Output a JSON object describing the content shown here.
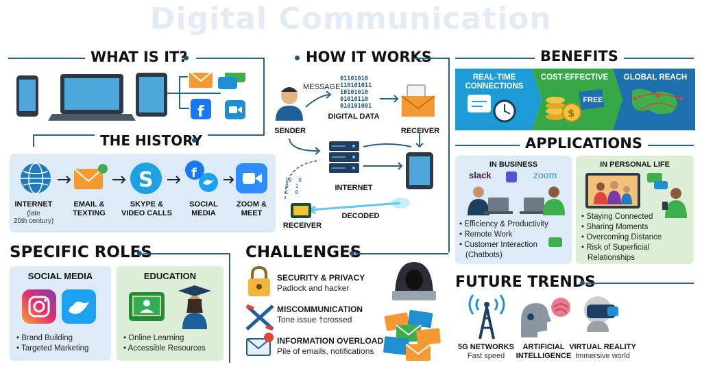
{
  "title": "Digital Communication",
  "sections": {
    "what_is_it": "WHAT IS IT?",
    "history": "THE HISTORY",
    "how_it_works": "HOW IT WORKS",
    "benefits": "BENEFITS",
    "applications": "APPLICATIONS",
    "specific_roles": "SPECIFIC ROLES",
    "challenges": "CHALLENGES",
    "future_trends": "FUTURE TRENDS"
  },
  "history": [
    {
      "label": "INTERNET",
      "sub": "(late\n20th century)"
    },
    {
      "label": "EMAIL &\nTEXTING",
      "sub": ""
    },
    {
      "label": "SKYPE &\nVIDEO CALLS",
      "sub": ""
    },
    {
      "label": "SOCIAL\nMEDIA",
      "sub": ""
    },
    {
      "label": "ZOOM &\nMEET",
      "sub": ""
    }
  ],
  "how": {
    "message": "MESSAGE",
    "binary": "01101010\n110101011\n10101010\n01010110\n010101001",
    "digital_data": "DIGITAL DATA",
    "sender": "SENDER",
    "receiver_top": "RECEIVER",
    "internet": "INTERNET",
    "decoded": "DECODED",
    "receiver_bottom": "RECEIVER",
    "bits": "10  0\n0  1\n1  0"
  },
  "benefits": [
    {
      "label": "REAL-TIME\nCONNECTIONS",
      "color": "#1c9bd6"
    },
    {
      "label": "COST-EFFECTIVE",
      "color": "#35a845",
      "badge": "FREE"
    },
    {
      "label": "GLOBAL REACH",
      "color": "#1d6fae"
    }
  ],
  "applications": {
    "business": {
      "title": "IN BUSINESS",
      "brands": [
        "slack",
        "zoom"
      ],
      "bullets": [
        "Efficiency & Productivity",
        "Remote Work",
        "Customer Interaction\n(Chatbots)"
      ]
    },
    "personal": {
      "title": "IN PERSONAL LIFE",
      "bullets": [
        "Staying Connected",
        "Sharing Moments",
        "Overcoming Distance",
        "Risk of Superficial\nRelationships"
      ]
    }
  },
  "roles": {
    "social": {
      "title": "SOCIAL MEDIA",
      "bullets": [
        "Brand Building",
        "Targeted Marketing"
      ]
    },
    "education": {
      "title": "EDUCATION",
      "bullets": [
        "Online Learning",
        "Accessible Resources"
      ]
    }
  },
  "challenges": [
    {
      "title": "SECURITY & PRIVACY",
      "desc": "Padlock and hacker"
    },
    {
      "title": "MISCOMMUNICATION",
      "desc": "Tone issue †crossed"
    },
    {
      "title": "INFORMATION OVERLOAD",
      "desc": "Pile of emails, notifications"
    }
  ],
  "future": [
    {
      "title": "5G NETWORKS",
      "desc": "Fast speed"
    },
    {
      "title": "ARTIFICIAL\nINTELLIGENCE",
      "desc": ""
    },
    {
      "title": "VIRTUAL REALITY",
      "desc": "Immersive world"
    }
  ],
  "colors": {
    "accent": "#2a5f86",
    "panel_blue": "#dcebf7",
    "panel_green": "#dcefd6"
  }
}
